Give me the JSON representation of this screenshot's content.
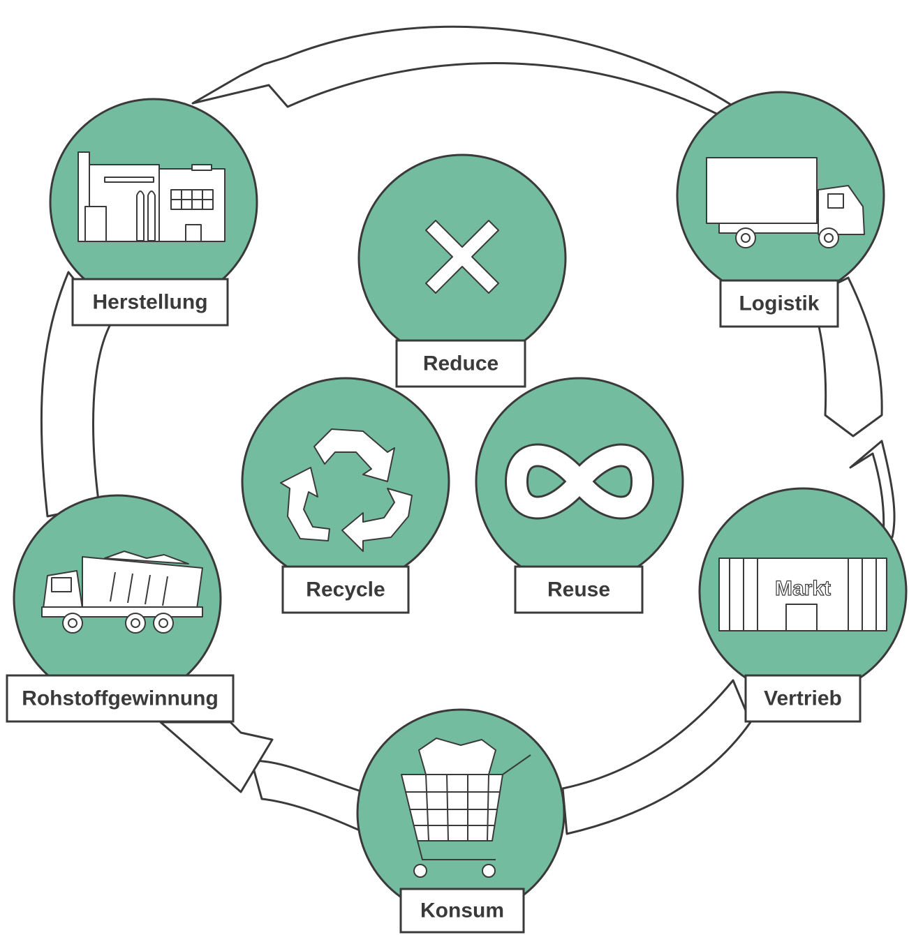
{
  "diagram": {
    "cycle_stages": [
      {
        "id": "herstellung",
        "label": "Herstellung",
        "icon": "factory-icon"
      },
      {
        "id": "logistik",
        "label": "Logistik",
        "icon": "truck-icon"
      },
      {
        "id": "vertrieb",
        "label": "Vertrieb",
        "icon": "market-store-icon"
      },
      {
        "id": "konsum",
        "label": "Konsum",
        "icon": "shopping-cart-icon"
      },
      {
        "id": "rohstoffgewinnung",
        "label": "Rohstoffgewinnung",
        "icon": "dump-truck-icon"
      }
    ],
    "center_stages": [
      {
        "id": "reduce",
        "label": "Reduce",
        "icon": "cross-icon"
      },
      {
        "id": "recycle",
        "label": "Recycle",
        "icon": "recycle-icon"
      },
      {
        "id": "reuse",
        "label": "Reuse",
        "icon": "infinity-icon"
      }
    ],
    "market_sign": "Markt",
    "colors": {
      "node_fill": "#74bc9f",
      "outline": "#3a3a3a",
      "background": "#ffffff"
    }
  }
}
